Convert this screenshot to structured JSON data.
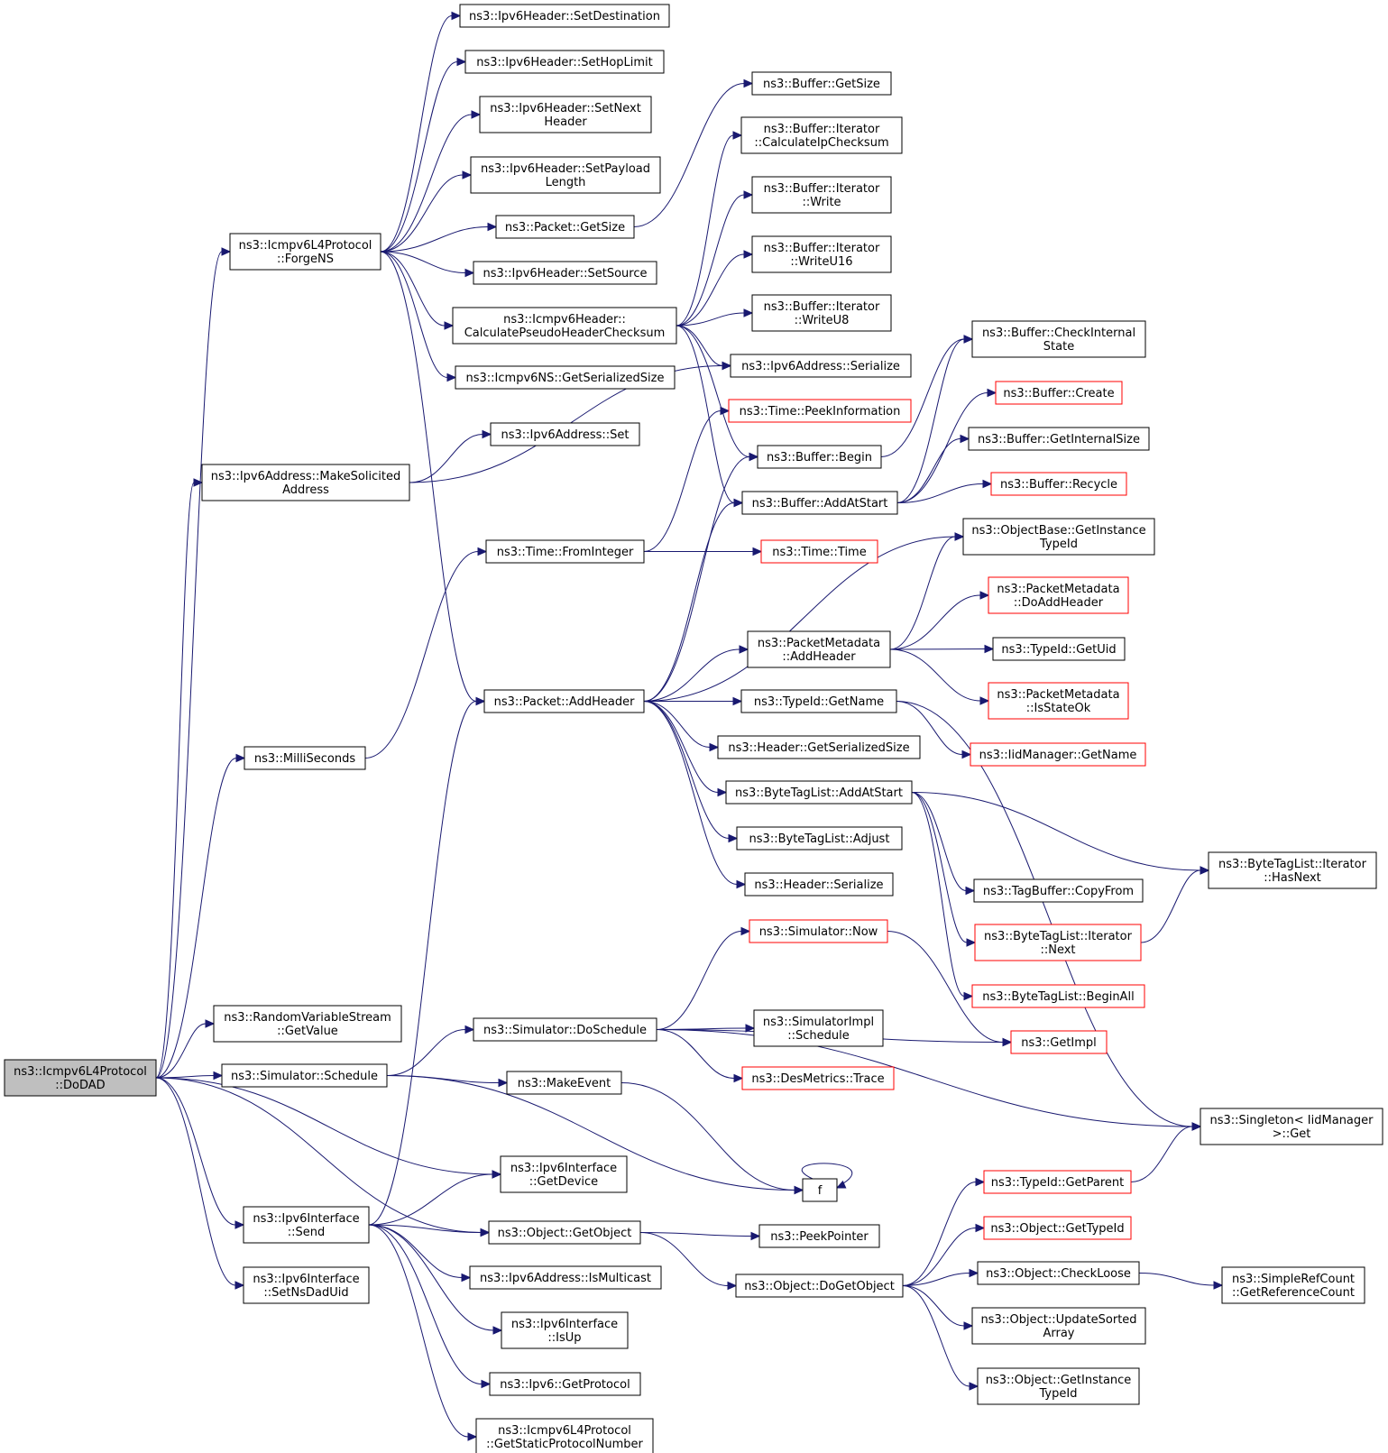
{
  "graph": {
    "root": "n0",
    "colors": {
      "edge": "#191970",
      "root_fill": "#bfbfbf",
      "missing_border": "#ff0000",
      "border": "#000000"
    },
    "nodes": [
      {
        "id": "n0",
        "lines": [
          "ns3::Icmpv6L4Protocol",
          "::DoDAD"
        ],
        "style": "root"
      },
      {
        "id": "n1",
        "lines": [
          "ns3::Icmpv6L4Protocol",
          "::ForgeNS"
        ]
      },
      {
        "id": "n2",
        "lines": [
          "ns3::Ipv6Address::MakeSolicited",
          "Address"
        ]
      },
      {
        "id": "n3",
        "lines": [
          "ns3::MilliSeconds"
        ]
      },
      {
        "id": "n4",
        "lines": [
          "ns3::RandomVariableStream",
          "::GetValue"
        ]
      },
      {
        "id": "n5",
        "lines": [
          "ns3::Simulator::Schedule"
        ]
      },
      {
        "id": "n6",
        "lines": [
          "ns3::Ipv6Interface",
          "::Send"
        ]
      },
      {
        "id": "n7",
        "lines": [
          "ns3::Ipv6Interface",
          "::SetNsDadUid"
        ]
      },
      {
        "id": "n8",
        "lines": [
          "ns3::Ipv6Header::SetDestination"
        ]
      },
      {
        "id": "n9",
        "lines": [
          "ns3::Ipv6Header::SetHopLimit"
        ]
      },
      {
        "id": "n10",
        "lines": [
          "ns3::Ipv6Header::SetNext",
          "Header"
        ]
      },
      {
        "id": "n11",
        "lines": [
          "ns3::Ipv6Header::SetPayload",
          "Length"
        ]
      },
      {
        "id": "n12",
        "lines": [
          "ns3::Packet::GetSize"
        ]
      },
      {
        "id": "n13",
        "lines": [
          "ns3::Ipv6Header::SetSource"
        ]
      },
      {
        "id": "n14",
        "lines": [
          "ns3::Icmpv6Header::",
          "CalculatePseudoHeaderChecksum"
        ]
      },
      {
        "id": "n15",
        "lines": [
          "ns3::Icmpv6NS::GetSerializedSize"
        ]
      },
      {
        "id": "n16",
        "lines": [
          "ns3::Ipv6Address::Set"
        ]
      },
      {
        "id": "n17",
        "lines": [
          "ns3::Time::FromInteger"
        ]
      },
      {
        "id": "n18",
        "lines": [
          "ns3::Packet::AddHeader"
        ]
      },
      {
        "id": "n19",
        "lines": [
          "ns3::Simulator::DoSchedule"
        ]
      },
      {
        "id": "n20",
        "lines": [
          "ns3::MakeEvent"
        ]
      },
      {
        "id": "n21",
        "lines": [
          "ns3::Ipv6Interface",
          "::GetDevice"
        ]
      },
      {
        "id": "n22",
        "lines": [
          "ns3::Object::GetObject"
        ]
      },
      {
        "id": "n23",
        "lines": [
          "ns3::Ipv6Address::IsMulticast"
        ]
      },
      {
        "id": "n24",
        "lines": [
          "ns3::Ipv6Interface",
          "::IsUp"
        ]
      },
      {
        "id": "n25",
        "lines": [
          "ns3::Ipv6::GetProtocol"
        ]
      },
      {
        "id": "n26",
        "lines": [
          "ns3::Icmpv6L4Protocol",
          "::GetStaticProtocolNumber"
        ]
      },
      {
        "id": "n27",
        "lines": [
          "ns3::Buffer::GetSize"
        ]
      },
      {
        "id": "n28",
        "lines": [
          "ns3::Buffer::Iterator",
          "::CalculateIpChecksum"
        ]
      },
      {
        "id": "n29",
        "lines": [
          "ns3::Buffer::Iterator",
          "::Write"
        ]
      },
      {
        "id": "n30",
        "lines": [
          "ns3::Buffer::Iterator",
          "::WriteU16"
        ]
      },
      {
        "id": "n31",
        "lines": [
          "ns3::Buffer::Iterator",
          "::WriteU8"
        ]
      },
      {
        "id": "n32",
        "lines": [
          "ns3::Ipv6Address::Serialize"
        ]
      },
      {
        "id": "n33",
        "lines": [
          "ns3::Time::PeekInformation"
        ],
        "style": "red"
      },
      {
        "id": "n34",
        "lines": [
          "ns3::Buffer::Begin"
        ]
      },
      {
        "id": "n35",
        "lines": [
          "ns3::Buffer::AddAtStart"
        ]
      },
      {
        "id": "n36",
        "lines": [
          "ns3::Time::Time"
        ],
        "style": "red"
      },
      {
        "id": "n37",
        "lines": [
          "ns3::PacketMetadata",
          "::AddHeader"
        ]
      },
      {
        "id": "n38",
        "lines": [
          "ns3::TypeId::GetName"
        ]
      },
      {
        "id": "n39",
        "lines": [
          "ns3::Header::GetSerializedSize"
        ]
      },
      {
        "id": "n40",
        "lines": [
          "ns3::ByteTagList::AddAtStart"
        ]
      },
      {
        "id": "n41",
        "lines": [
          "ns3::ByteTagList::Adjust"
        ]
      },
      {
        "id": "n42",
        "lines": [
          "ns3::Header::Serialize"
        ]
      },
      {
        "id": "n43",
        "lines": [
          "ns3::Simulator::Now"
        ],
        "style": "red"
      },
      {
        "id": "n44",
        "lines": [
          "ns3::SimulatorImpl",
          "::Schedule"
        ]
      },
      {
        "id": "n45",
        "lines": [
          "ns3::DesMetrics::Trace"
        ],
        "style": "red"
      },
      {
        "id": "n46",
        "lines": [
          "f"
        ]
      },
      {
        "id": "n47",
        "lines": [
          "ns3::PeekPointer"
        ]
      },
      {
        "id": "n48",
        "lines": [
          "ns3::Object::DoGetObject"
        ]
      },
      {
        "id": "n49",
        "lines": [
          "ns3::Buffer::CheckInternal",
          "State"
        ]
      },
      {
        "id": "n50",
        "lines": [
          "ns3::Buffer::Create"
        ],
        "style": "red"
      },
      {
        "id": "n51",
        "lines": [
          "ns3::Buffer::GetInternalSize"
        ]
      },
      {
        "id": "n52",
        "lines": [
          "ns3::Buffer::Recycle"
        ],
        "style": "red"
      },
      {
        "id": "n53",
        "lines": [
          "ns3::ObjectBase::GetInstance",
          "TypeId"
        ]
      },
      {
        "id": "n54",
        "lines": [
          "ns3::PacketMetadata",
          "::DoAddHeader"
        ],
        "style": "red"
      },
      {
        "id": "n55",
        "lines": [
          "ns3::TypeId::GetUid"
        ]
      },
      {
        "id": "n56",
        "lines": [
          "ns3::PacketMetadata",
          "::IsStateOk"
        ],
        "style": "red"
      },
      {
        "id": "n57",
        "lines": [
          "ns3::IidManager::GetName"
        ],
        "style": "red"
      },
      {
        "id": "n58",
        "lines": [
          "ns3::TagBuffer::CopyFrom"
        ]
      },
      {
        "id": "n59",
        "lines": [
          "ns3::ByteTagList::Iterator",
          "::Next"
        ],
        "style": "red"
      },
      {
        "id": "n60",
        "lines": [
          "ns3::ByteTagList::BeginAll"
        ],
        "style": "red"
      },
      {
        "id": "n61",
        "lines": [
          "ns3::GetImpl"
        ],
        "style": "red"
      },
      {
        "id": "n62",
        "lines": [
          "ns3::ByteTagList::Iterator",
          "::HasNext"
        ]
      },
      {
        "id": "n63",
        "lines": [
          "ns3::Singleton< IidManager",
          " >::Get"
        ]
      },
      {
        "id": "n64",
        "lines": [
          "ns3::TypeId::GetParent"
        ],
        "style": "red"
      },
      {
        "id": "n65",
        "lines": [
          "ns3::Object::GetTypeId"
        ],
        "style": "red"
      },
      {
        "id": "n66",
        "lines": [
          "ns3::Object::CheckLoose"
        ]
      },
      {
        "id": "n67",
        "lines": [
          "ns3::Object::UpdateSorted",
          "Array"
        ]
      },
      {
        "id": "n68",
        "lines": [
          "ns3::Object::GetInstance",
          "TypeId"
        ]
      },
      {
        "id": "n69",
        "lines": [
          "ns3::SimpleRefCount",
          "::GetReferenceCount"
        ]
      }
    ],
    "edges": [
      [
        "n0",
        "n1"
      ],
      [
        "n0",
        "n2"
      ],
      [
        "n0",
        "n3"
      ],
      [
        "n0",
        "n4"
      ],
      [
        "n0",
        "n5"
      ],
      [
        "n0",
        "n21"
      ],
      [
        "n0",
        "n22"
      ],
      [
        "n0",
        "n6"
      ],
      [
        "n0",
        "n7"
      ],
      [
        "n1",
        "n8"
      ],
      [
        "n1",
        "n9"
      ],
      [
        "n1",
        "n10"
      ],
      [
        "n1",
        "n11"
      ],
      [
        "n1",
        "n12"
      ],
      [
        "n1",
        "n13"
      ],
      [
        "n1",
        "n14"
      ],
      [
        "n1",
        "n15"
      ],
      [
        "n1",
        "n18"
      ],
      [
        "n2",
        "n16"
      ],
      [
        "n2",
        "n32"
      ],
      [
        "n3",
        "n17"
      ],
      [
        "n5",
        "n19"
      ],
      [
        "n5",
        "n20"
      ],
      [
        "n5",
        "n46"
      ],
      [
        "n6",
        "n18"
      ],
      [
        "n6",
        "n21"
      ],
      [
        "n6",
        "n22"
      ],
      [
        "n6",
        "n23"
      ],
      [
        "n6",
        "n24"
      ],
      [
        "n6",
        "n25"
      ],
      [
        "n6",
        "n26"
      ],
      [
        "n12",
        "n27"
      ],
      [
        "n14",
        "n28"
      ],
      [
        "n14",
        "n29"
      ],
      [
        "n14",
        "n30"
      ],
      [
        "n14",
        "n31"
      ],
      [
        "n14",
        "n32"
      ],
      [
        "n14",
        "n34"
      ],
      [
        "n14",
        "n35"
      ],
      [
        "n17",
        "n33"
      ],
      [
        "n17",
        "n36"
      ],
      [
        "n18",
        "n34"
      ],
      [
        "n18",
        "n35"
      ],
      [
        "n18",
        "n53"
      ],
      [
        "n18",
        "n37"
      ],
      [
        "n18",
        "n38"
      ],
      [
        "n18",
        "n39"
      ],
      [
        "n18",
        "n40"
      ],
      [
        "n18",
        "n41"
      ],
      [
        "n18",
        "n42"
      ],
      [
        "n19",
        "n43"
      ],
      [
        "n19",
        "n61"
      ],
      [
        "n19",
        "n44"
      ],
      [
        "n19",
        "n45"
      ],
      [
        "n19",
        "n63"
      ],
      [
        "n20",
        "n46"
      ],
      [
        "n46",
        "n46"
      ],
      [
        "n22",
        "n47"
      ],
      [
        "n22",
        "n48"
      ],
      [
        "n34",
        "n49"
      ],
      [
        "n35",
        "n49"
      ],
      [
        "n35",
        "n50"
      ],
      [
        "n35",
        "n51"
      ],
      [
        "n35",
        "n52"
      ],
      [
        "n37",
        "n53"
      ],
      [
        "n37",
        "n54"
      ],
      [
        "n37",
        "n55"
      ],
      [
        "n37",
        "n56"
      ],
      [
        "n38",
        "n57"
      ],
      [
        "n38",
        "n63"
      ],
      [
        "n40",
        "n62"
      ],
      [
        "n40",
        "n58"
      ],
      [
        "n40",
        "n59"
      ],
      [
        "n40",
        "n60"
      ],
      [
        "n43",
        "n61"
      ],
      [
        "n59",
        "n62"
      ],
      [
        "n48",
        "n64"
      ],
      [
        "n48",
        "n65"
      ],
      [
        "n48",
        "n66"
      ],
      [
        "n48",
        "n67"
      ],
      [
        "n48",
        "n68"
      ],
      [
        "n64",
        "n63"
      ],
      [
        "n66",
        "n69"
      ]
    ]
  }
}
